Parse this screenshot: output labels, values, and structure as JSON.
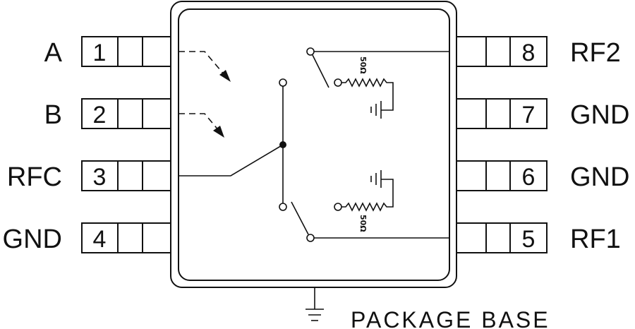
{
  "pins_left": [
    {
      "number": "1",
      "label": "A"
    },
    {
      "number": "2",
      "label": "B"
    },
    {
      "number": "3",
      "label": "RFC"
    },
    {
      "number": "4",
      "label": "GND"
    }
  ],
  "pins_right": [
    {
      "number": "8",
      "label": "RF2"
    },
    {
      "number": "7",
      "label": "GND"
    },
    {
      "number": "6",
      "label": "GND"
    },
    {
      "number": "5",
      "label": "RF1"
    }
  ],
  "resistors": [
    {
      "value": "50Ω"
    },
    {
      "value": "50Ω"
    }
  ],
  "package_base_label": "PACKAGE BASE"
}
